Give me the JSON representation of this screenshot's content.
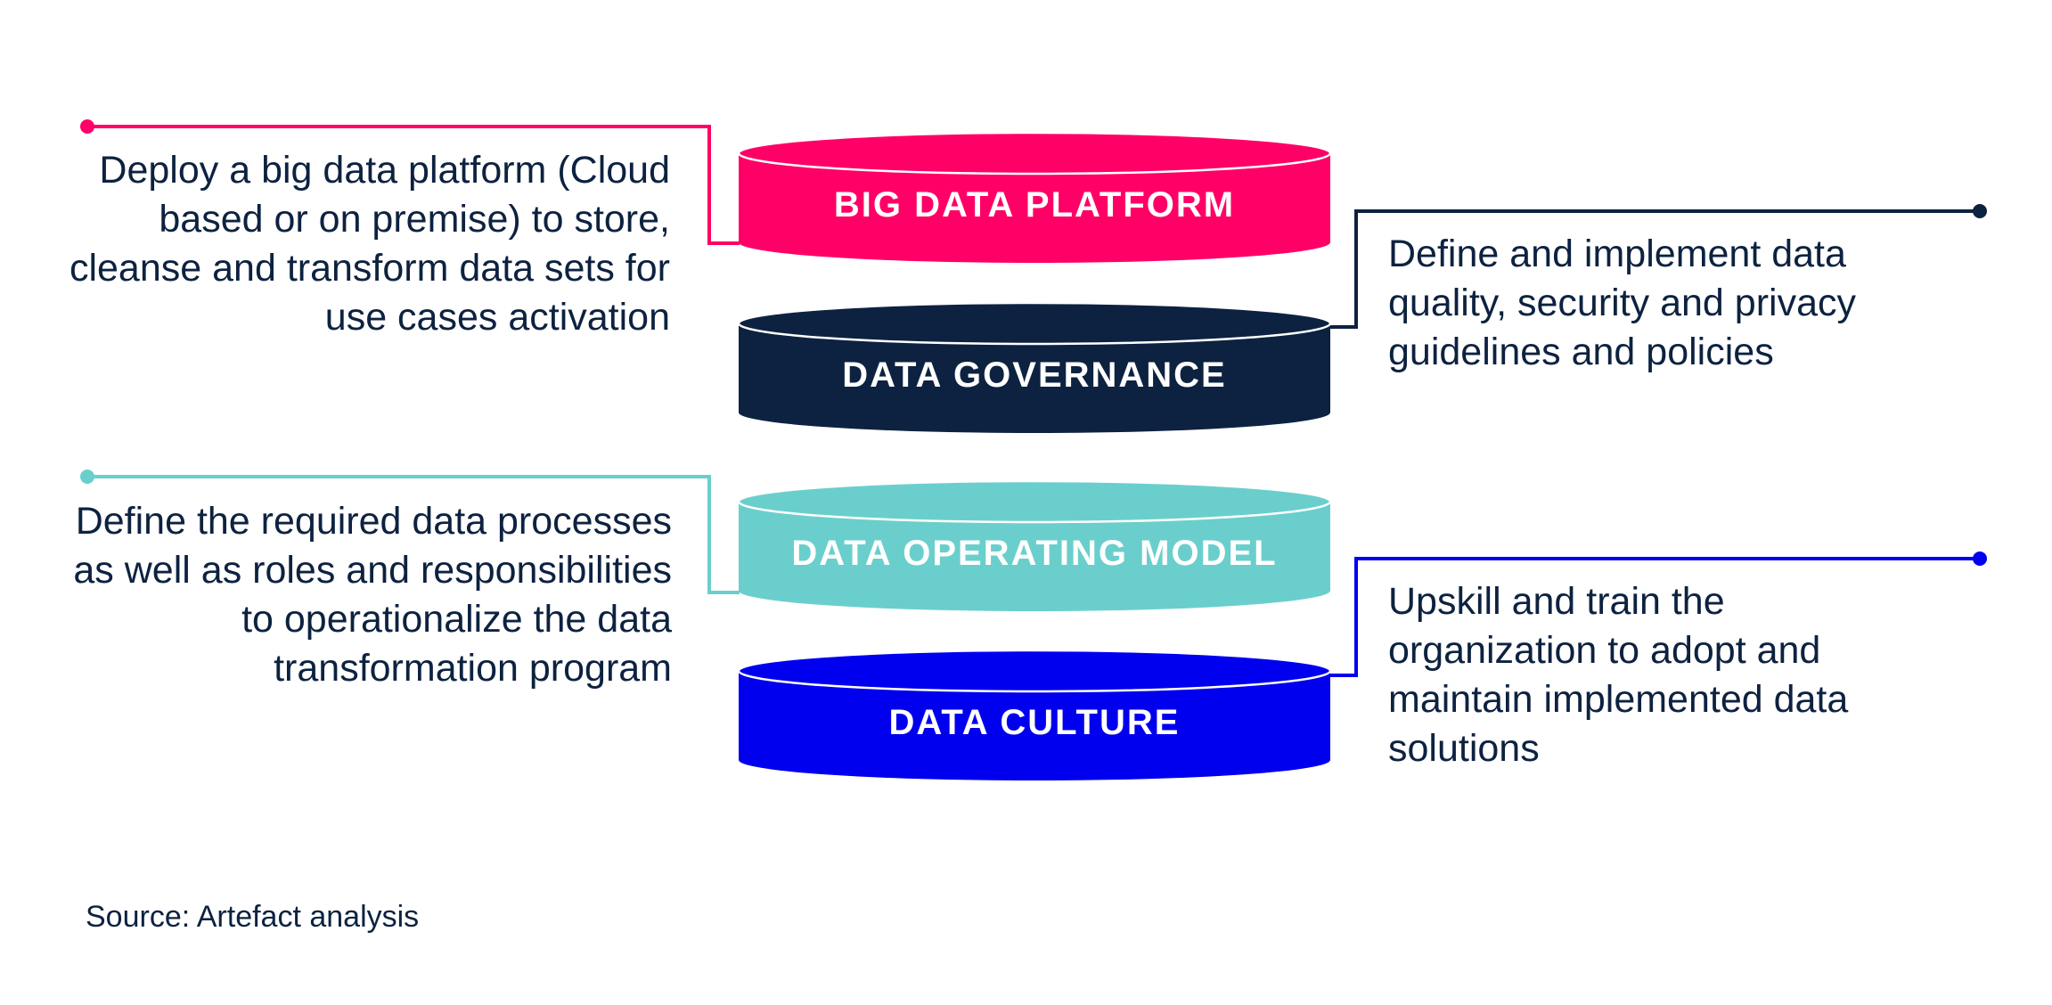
{
  "layers": [
    {
      "id": "big-data-platform",
      "label": "BIG DATA PLATFORM",
      "color": "#ff0066",
      "text_color": "#ffffff",
      "rim_color": "#ffffff"
    },
    {
      "id": "data-governance",
      "label": "DATA GOVERNANCE",
      "color": "#0d2240",
      "text_color": "#ffffff",
      "rim_color": "#ffffff"
    },
    {
      "id": "data-operating-model",
      "label": "DATA OPERATING MODEL",
      "color": "#6acfcc",
      "text_color": "#ffffff",
      "rim_color": "#ffffff"
    },
    {
      "id": "data-culture",
      "label": "DATA CULTURE",
      "color": "#0000ee",
      "text_color": "#ffffff",
      "rim_color": "#ffffff"
    }
  ],
  "descriptions": {
    "big_data_platform": "Deploy a big data platform (Cloud based or on premise) to store, cleanse and transform data sets for use cases activation",
    "data_governance": "Define and implement data quality, security and privacy guidelines and policies",
    "data_operating_model": "Define the required data processes as well as roles and responsibilities to operationalize the data transformation program",
    "data_culture": "Upskill and train the organization to adopt and maintain implemented data solutions"
  },
  "connector_colors": {
    "big_data_platform": "#ff0066",
    "data_governance": "#0d2240",
    "data_operating_model": "#6acfcc",
    "data_culture": "#0000ee"
  },
  "source": "Source: Artefact analysis"
}
